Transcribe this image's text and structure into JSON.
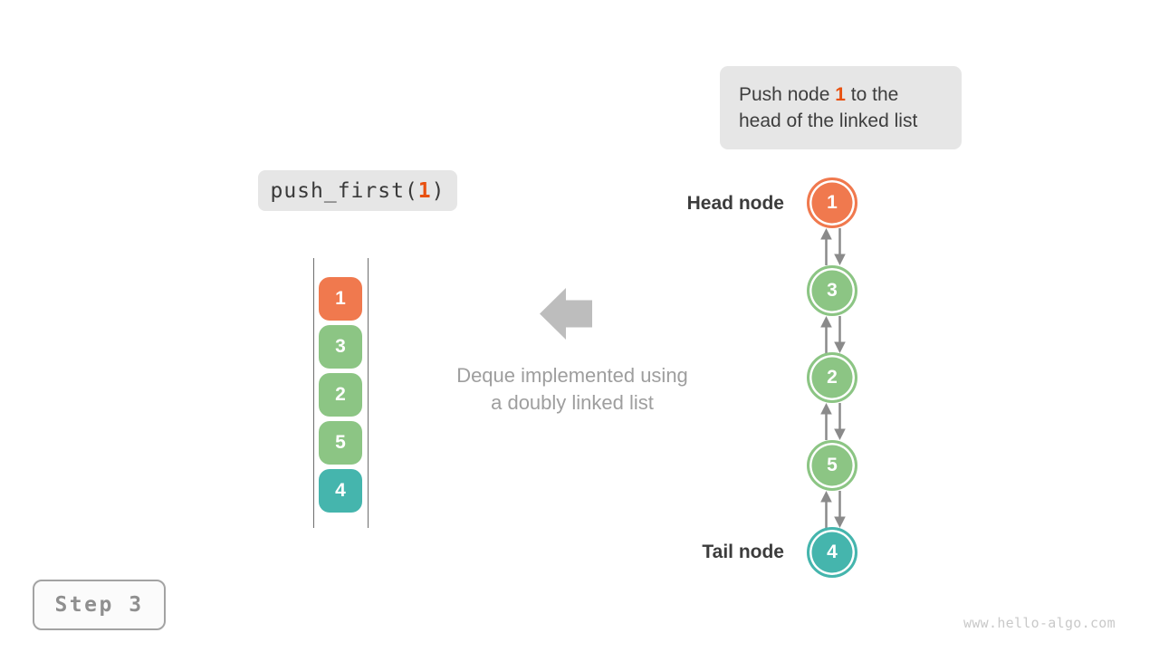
{
  "note": {
    "line1_pre": "Push node ",
    "line1_accent": "1",
    "line1_post": " to the",
    "line2": "head of the linked list"
  },
  "code": {
    "pre": "push_first(",
    "accent": "1",
    "post": ")"
  },
  "stack": {
    "cells": [
      {
        "label": "1",
        "color": "#F0794E"
      },
      {
        "label": "3",
        "color": "#8CC584"
      },
      {
        "label": "2",
        "color": "#8CC584"
      },
      {
        "label": "5",
        "color": "#8CC584"
      },
      {
        "label": "4",
        "color": "#45B5AD"
      }
    ]
  },
  "center": {
    "caption_line1": "Deque implemented using",
    "caption_line2": "a doubly linked list"
  },
  "linked_list": {
    "head_label": "Head node",
    "tail_label": "Tail node",
    "nodes": [
      {
        "label": "1",
        "color": "#F0794E"
      },
      {
        "label": "3",
        "color": "#8CC584"
      },
      {
        "label": "2",
        "color": "#8CC584"
      },
      {
        "label": "5",
        "color": "#8CC584"
      },
      {
        "label": "4",
        "color": "#45B5AD"
      }
    ]
  },
  "step": {
    "label": "Step 3"
  },
  "watermark": "www.hello-algo.com",
  "icons": {
    "direction_arrow": "left-block-arrow",
    "link_up": "arrow-up",
    "link_down": "arrow-down"
  },
  "colors": {
    "accent": "#E8500F",
    "box_bg": "#E6E6E6",
    "dark_text": "#3C3C3C",
    "muted_text": "#9E9E9E",
    "block_arrow": "#BDBDBD",
    "link_arrow": "#8A8A8A",
    "orange": "#F0794E",
    "green": "#8CC584",
    "teal": "#45B5AD",
    "stack_rail": "#6E6E6E",
    "step_border": "#A3A3A3",
    "step_text": "#8F8F8F",
    "watermark": "#C9C9C9"
  }
}
